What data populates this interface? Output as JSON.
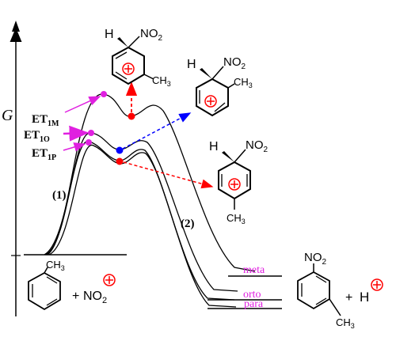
{
  "axis": {
    "label": "G"
  },
  "transition_states": {
    "meta": {
      "main": "ET",
      "sub": "1M"
    },
    "ortho": {
      "main": "ET",
      "sub": "1O"
    },
    "para": {
      "main": "ET",
      "sub": "1P"
    }
  },
  "steps": {
    "first": "(1)",
    "second": "(2)"
  },
  "reactants": {
    "ch3": "CH",
    "ch3_sub": "3",
    "plus": "+",
    "no2": "NO",
    "no2_sub": "2"
  },
  "intermediates": {
    "h": "H",
    "no2": "NO",
    "no2_sub": "2",
    "ch3": "CH",
    "ch3_sub": "3"
  },
  "products": {
    "levels": {
      "meta": "meta",
      "ortho": "orto",
      "para": "para"
    },
    "no2": "NO",
    "no2_sub": "2",
    "plus": "+",
    "h": "H",
    "ch3": "CH",
    "ch3_sub": "3"
  },
  "colors": {
    "curve": "#000000",
    "ts_marker": "#e020e0",
    "intermediate_meta": "#ff0000",
    "intermediate_ortho": "#0000ff",
    "intermediate_para": "#ff0000",
    "charge": "#ff0000",
    "level_label": "#e020e0"
  }
}
